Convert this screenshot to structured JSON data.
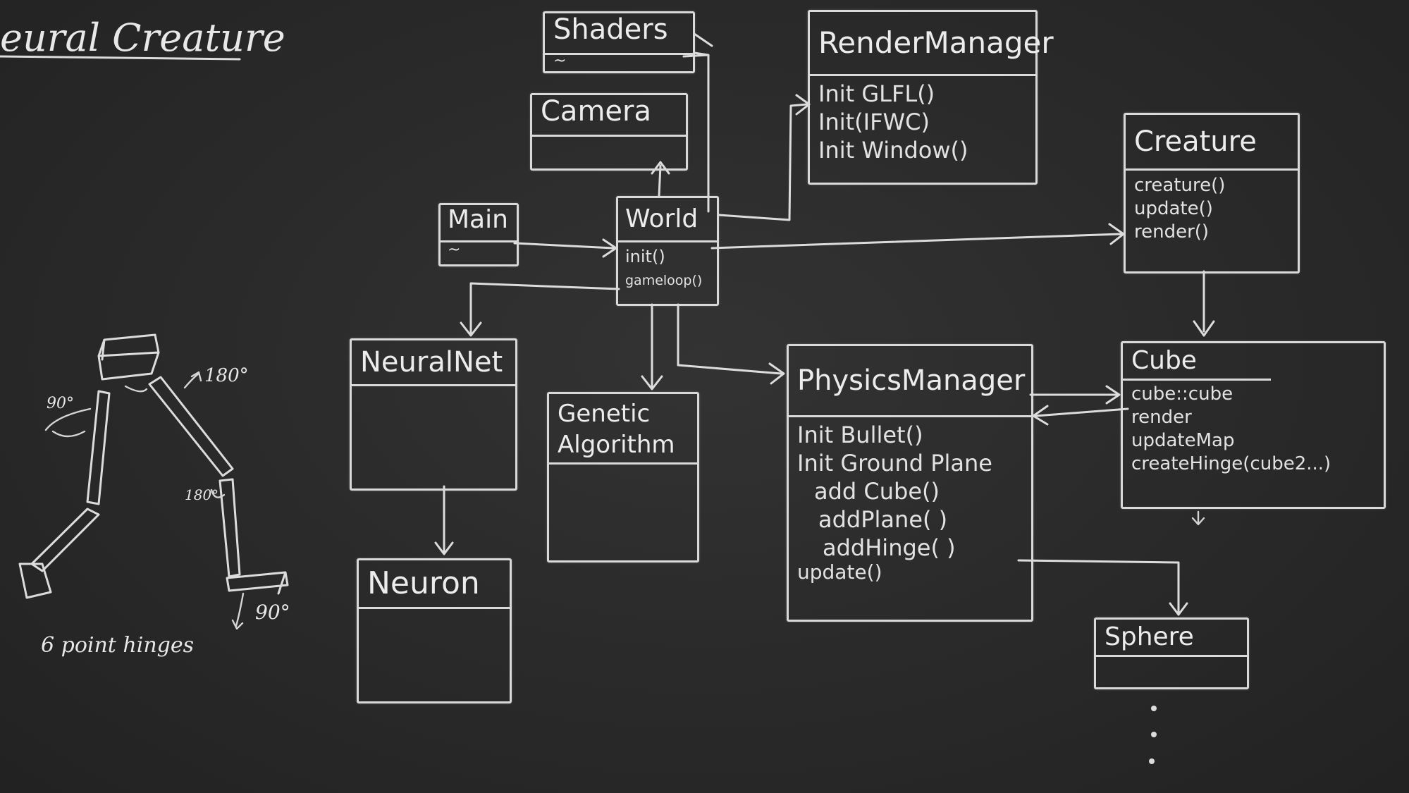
{
  "board": {
    "title": "eural Creature",
    "background": "#2b2b2b",
    "chalk_color": "#dcdcdc"
  },
  "classes": {
    "shaders": {
      "name": "Shaders",
      "methods": [
        "~"
      ]
    },
    "camera": {
      "name": "Camera",
      "methods": []
    },
    "render_manager": {
      "name": "RenderManager",
      "methods": [
        "Init GLFL()",
        "Init(IFWC)",
        "Init Window()"
      ]
    },
    "creature": {
      "name": "Creature",
      "methods": [
        "creature()",
        "update()",
        "render()"
      ]
    },
    "main": {
      "name": "Main",
      "methods": [
        "~"
      ]
    },
    "world": {
      "name": "World",
      "methods": [
        "init()",
        "gameloop()"
      ]
    },
    "neural_net": {
      "name": "NeuralNet",
      "methods": []
    },
    "genetic_algorithm": {
      "name": "Genetic Algorithm",
      "methods": []
    },
    "physics_manager": {
      "name": "PhysicsManager",
      "methods": [
        "Init Bullet()",
        "Init Ground Plane",
        "add Cube()",
        "addPlane( )",
        "addHinge( )",
        "update()"
      ]
    },
    "cube": {
      "name": "Cube",
      "methods": [
        "cube::cube",
        "render",
        "updateMap",
        "createHinge(cube2...)"
      ]
    },
    "neuron": {
      "name": "Neuron",
      "methods": []
    },
    "sphere": {
      "name": "Sphere",
      "methods": []
    }
  },
  "creature_sketch": {
    "angles": [
      "90°",
      "180°",
      "180°",
      "90°"
    ],
    "caption": "6 point hinges"
  }
}
